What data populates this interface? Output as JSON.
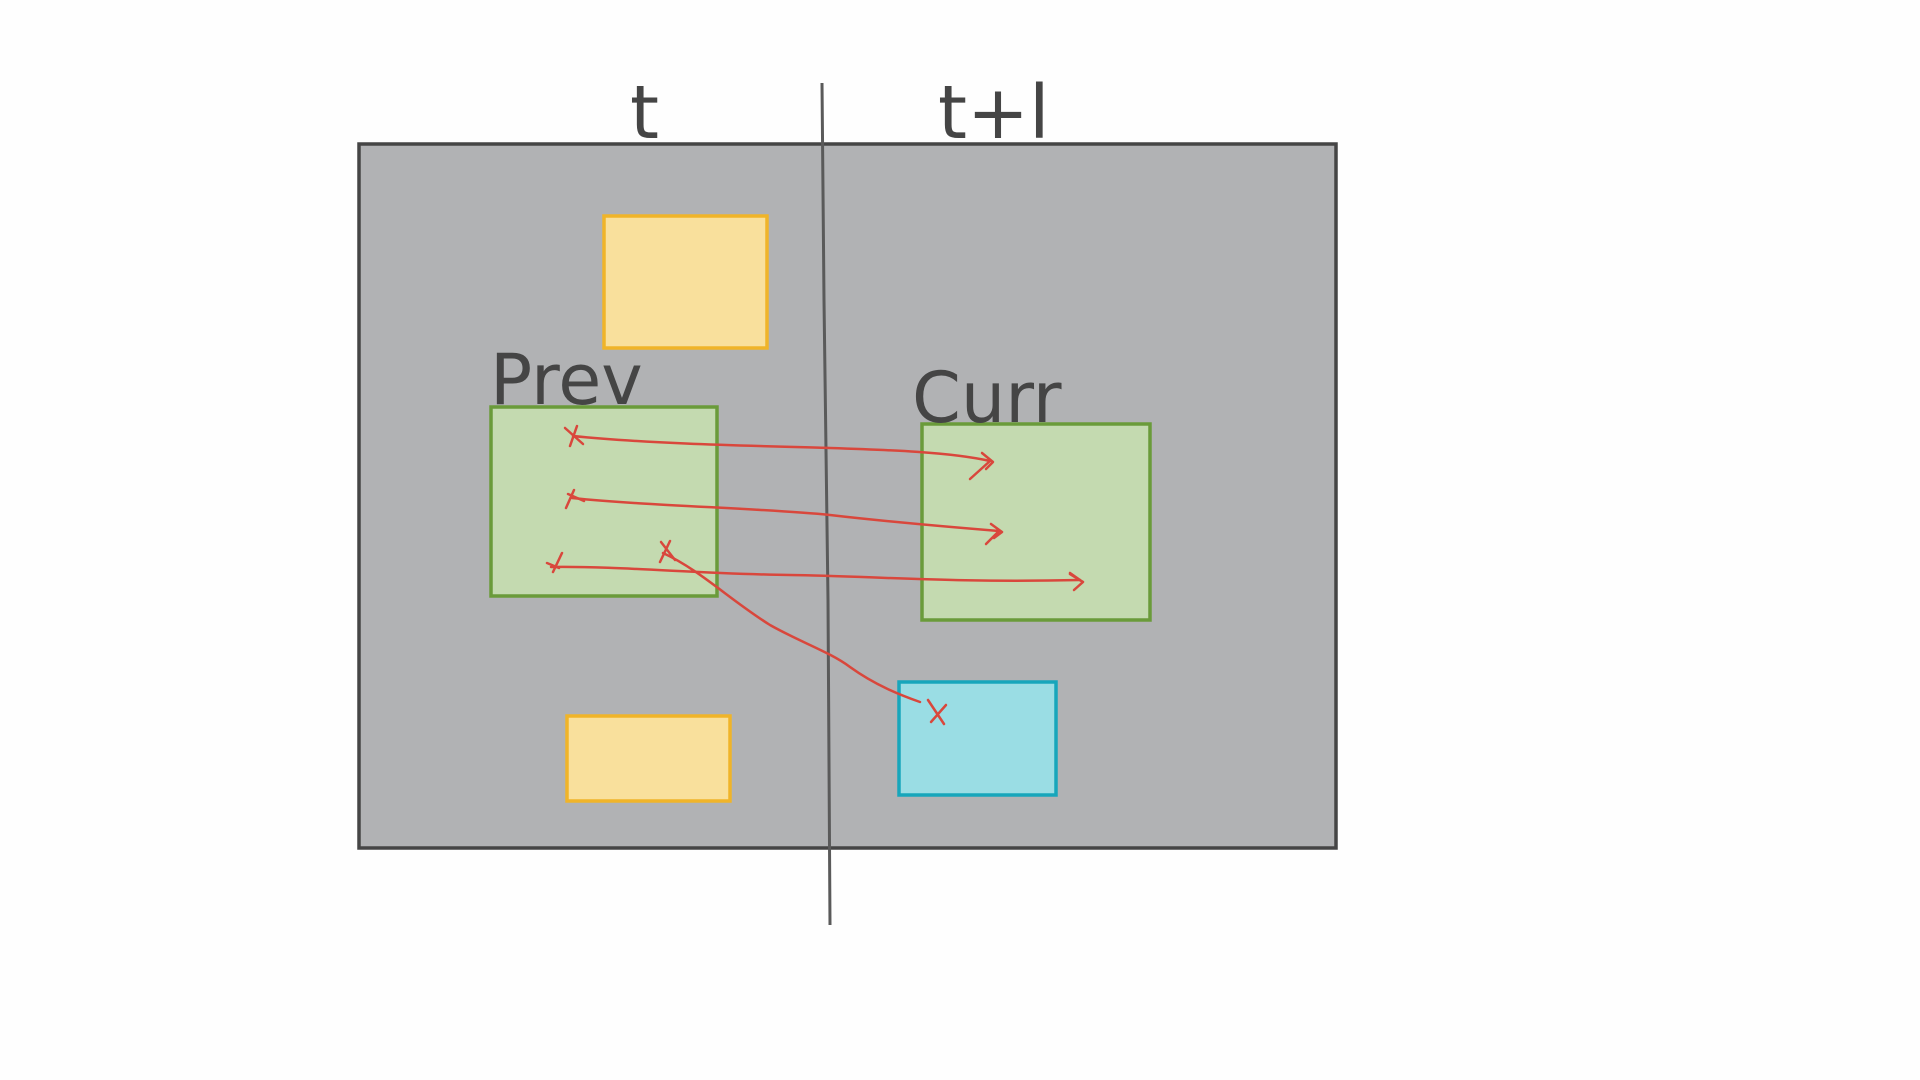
{
  "diagram": {
    "labels": {
      "time_prev": "t",
      "time_next": "t+l",
      "prev_box": "Prev",
      "curr_box": "Curr"
    },
    "colors": {
      "background": "#fefefe",
      "frame_fill": "#b1b2b4",
      "frame_stroke": "#454545",
      "divider": "#5a5a5a",
      "yellow_fill": "#f9e09c",
      "yellow_stroke": "#f0b429",
      "green_fill": "#c4dab0",
      "green_stroke": "#6a9b3a",
      "blue_fill": "#9adde4",
      "blue_stroke": "#17a6bb",
      "track": "#d9473c",
      "text": "#454545"
    },
    "elements": [
      "frame",
      "time-divider",
      "yellow-box-top",
      "yellow-box-bottom",
      "prev-box",
      "curr-box",
      "blue-box",
      "track-1",
      "track-2",
      "track-3",
      "track-4"
    ]
  }
}
